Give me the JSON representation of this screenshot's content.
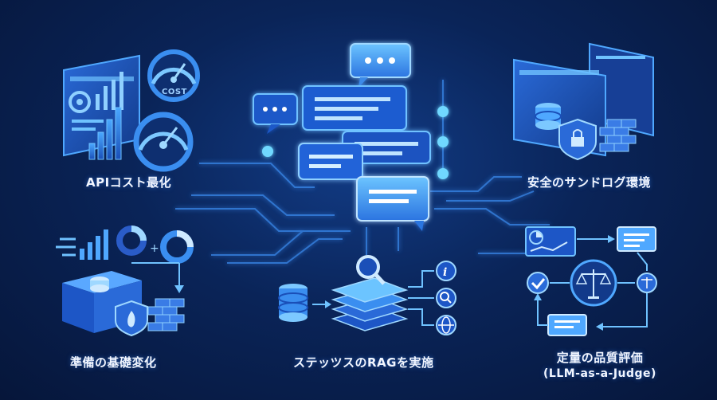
{
  "labels": {
    "api_cost": "APIコスト最化",
    "sandbox": "安全のサンドログ環境",
    "prep": "準備の基礎変化",
    "rag": "ステッツスのRAGを実施",
    "eval_main": "定量の品質評価",
    "eval_sub": "(LLM-as-a-Judge)"
  },
  "gauge_text": "COST",
  "colors": {
    "background": "#0a2458",
    "accent": "#3aa0ff",
    "glow": "#6fc2ff",
    "panel": "#1d4fb8"
  }
}
